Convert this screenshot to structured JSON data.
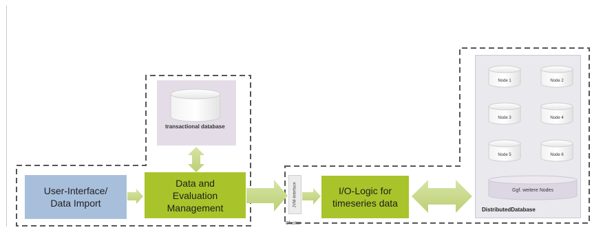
{
  "blocks": {
    "user_interface": "User-Interface/ Data Import",
    "data_evaluation": "Data and Evaluation Management",
    "io_logic": "I/O-Logic for timeseries data"
  },
  "transactional_db": "transactional database",
  "jvm_interface": "JVM-Interface",
  "cluster_label": "Cluster",
  "distributed_db": "DistributedDatabase",
  "nodes": [
    "Node 1",
    "Node 2",
    "Node 3",
    "Node 4",
    "Node 5",
    "Node 6"
  ],
  "more_nodes": "Ggf. weitere Nodes",
  "colors": {
    "ui_block": "#a8bfdc",
    "green_block": "#a8c42a",
    "arrow_green": "#c5d88a",
    "panel_lilac": "#e4dde8",
    "panel_grey": "#e9e9ee"
  }
}
